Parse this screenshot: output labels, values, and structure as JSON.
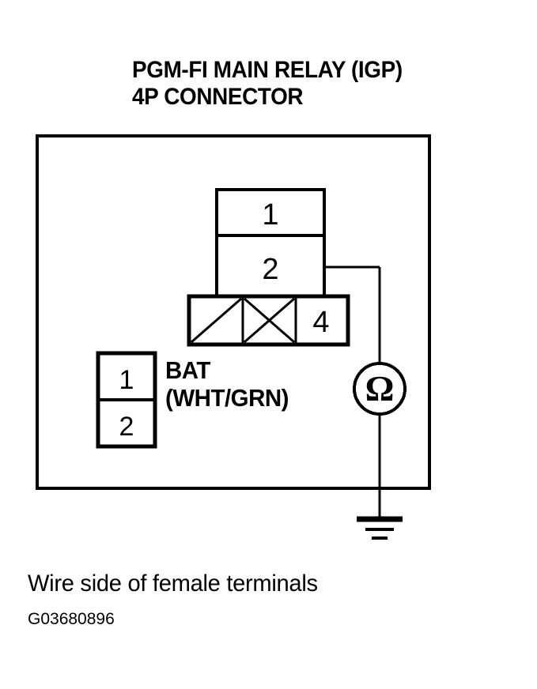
{
  "figure": {
    "title_lines": [
      "PGM-FI MAIN RELAY (IGP)",
      "4P CONNECTOR"
    ],
    "caption": "Wire side of female terminals",
    "figure_id": "G03680896",
    "ink_color": "#000000",
    "background_color": "#ffffff"
  },
  "connector": {
    "type": "4P connector",
    "view": "wire side of female terminals",
    "upper_stack": {
      "cells": [
        {
          "label": "1",
          "filled": false
        },
        {
          "label": "2",
          "filled": false
        }
      ]
    },
    "lower_row": {
      "cells": [
        {
          "label": "",
          "marker": "single-diagonal"
        },
        {
          "label": "",
          "marker": "cross"
        },
        {
          "label": "4",
          "marker": "none"
        }
      ]
    }
  },
  "secondary_connector": {
    "cells": [
      {
        "label": "1"
      },
      {
        "label": "2"
      }
    ]
  },
  "labels": {
    "terminal_name": "BAT",
    "wire_color_code": "(WHT/GRN)"
  },
  "instrument": {
    "name": "ohmmeter",
    "symbol": "Ω",
    "probe_top_terminal": "2",
    "probe_bottom": "ground"
  },
  "ground": {
    "symbol": "earth-ground",
    "bar_count": 3
  }
}
